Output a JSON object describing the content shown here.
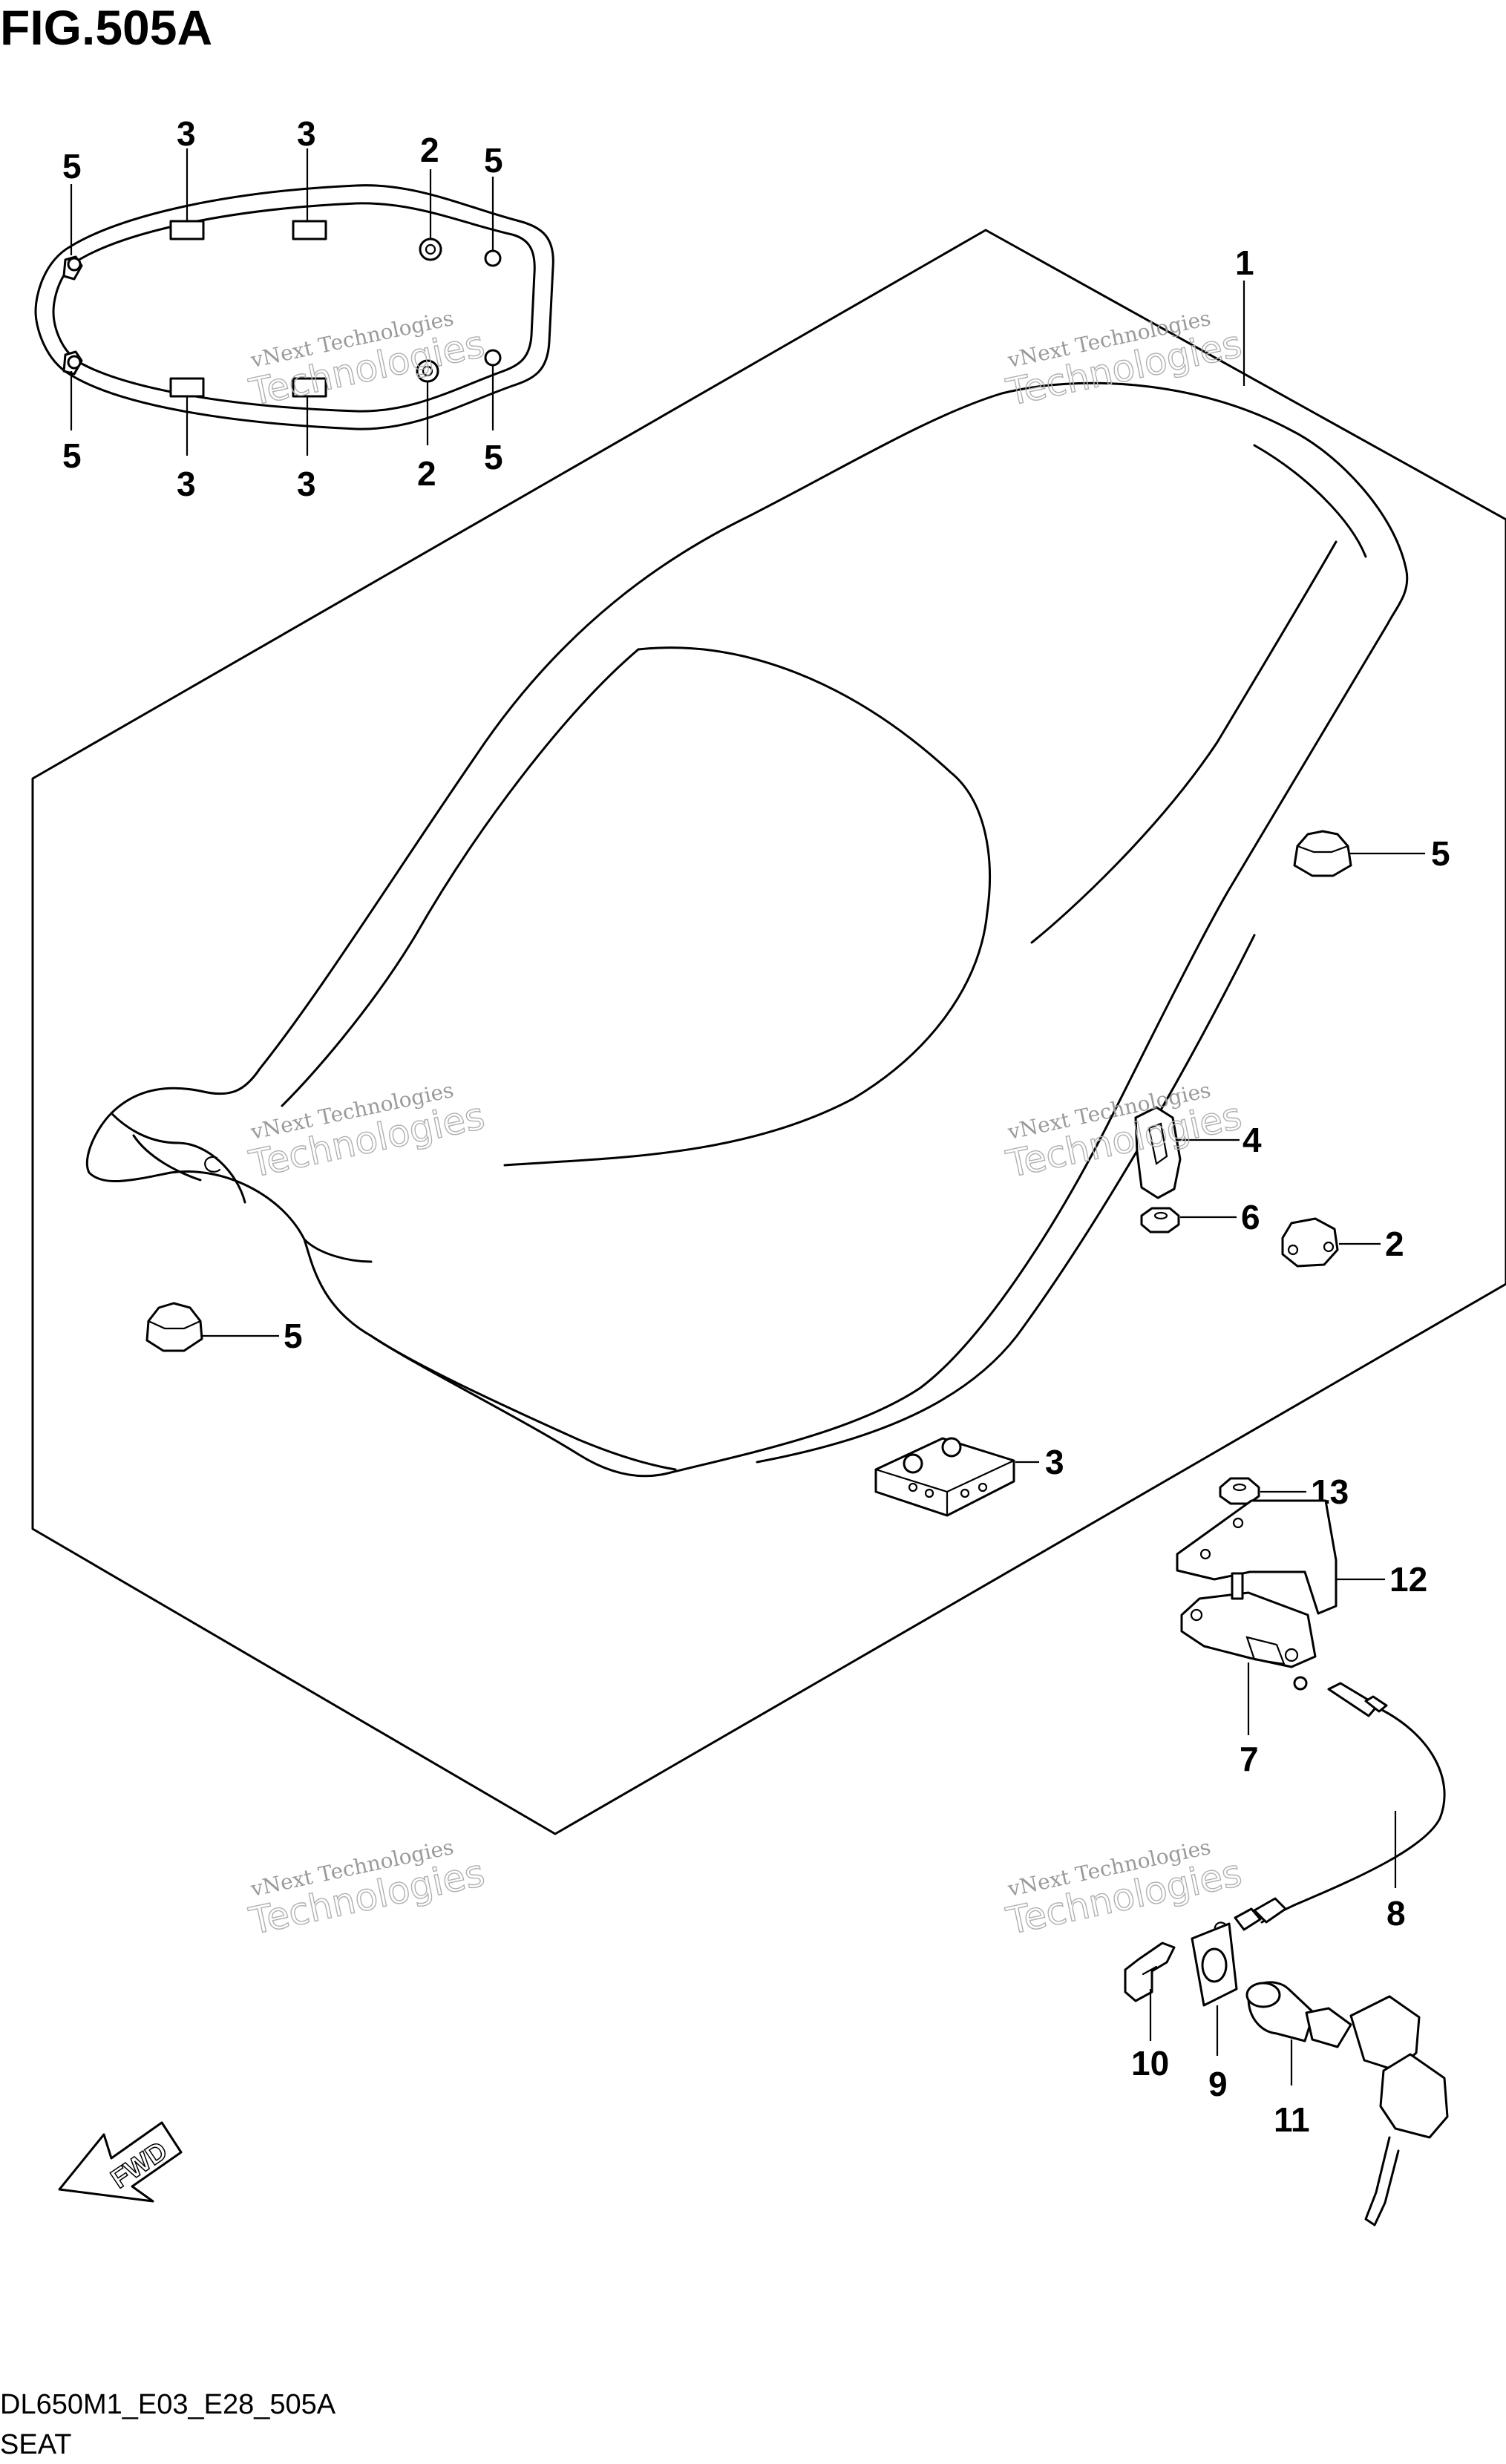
{
  "figure": {
    "title": "FIG.505A",
    "code": "DL650M1_E03_E28_505A",
    "name": "SEAT"
  },
  "watermark": {
    "line1": "vNext Technologies",
    "line2": "Technologies"
  },
  "fwd_label": "FWD",
  "callouts": {
    "inset_top_5_left": "5",
    "inset_top_3_a": "3",
    "inset_top_3_b": "3",
    "inset_top_2": "2",
    "inset_top_5_right": "5",
    "inset_bot_5_left": "5",
    "inset_bot_3_a": "3",
    "inset_bot_3_b": "3",
    "inset_bot_2": "2",
    "inset_bot_5_right": "5",
    "part_1": "1",
    "part_5_right": "5",
    "part_4": "4",
    "part_6": "6",
    "part_2": "2",
    "part_5_left": "5",
    "part_3": "3",
    "part_13": "13",
    "part_12": "12",
    "part_7": "7",
    "part_8": "8",
    "part_10": "10",
    "part_9": "9",
    "part_11": "11"
  }
}
